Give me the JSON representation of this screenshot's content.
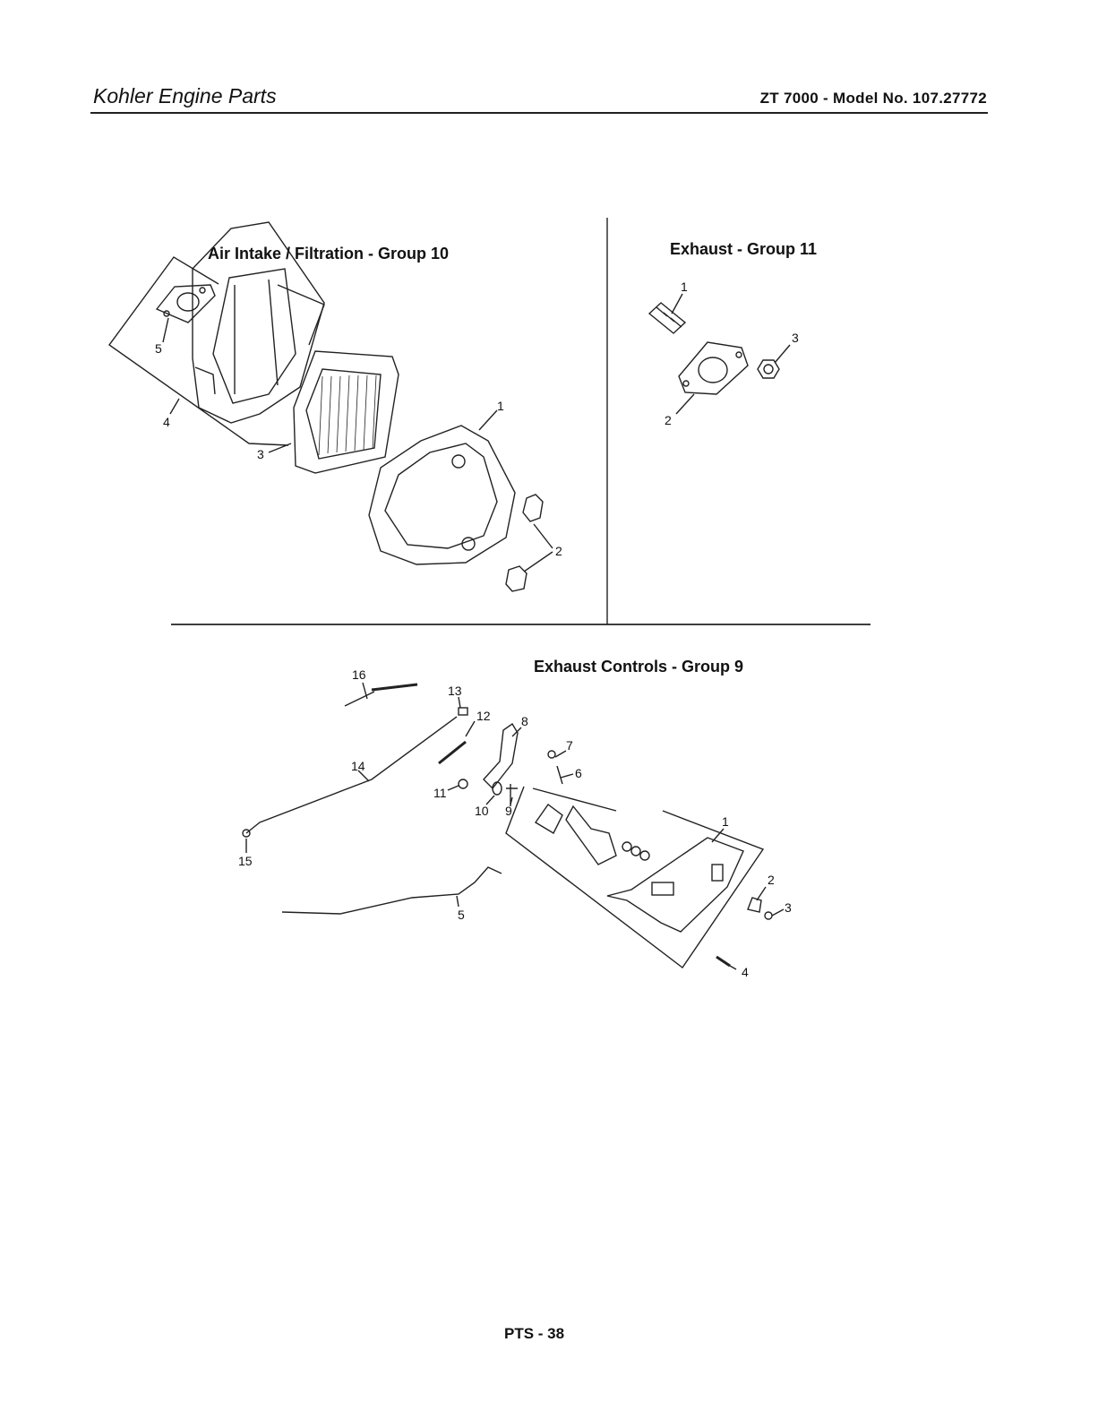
{
  "header": {
    "left": "Kohler Engine Parts",
    "right": "ZT 7000 - Model No. 107.27772"
  },
  "sections": [
    {
      "title": "Air Intake / Filtration - Group 10",
      "callouts": [
        "1",
        "2",
        "3",
        "4",
        "5"
      ]
    },
    {
      "title": "Exhaust - Group 11",
      "callouts": [
        "1",
        "2",
        "3"
      ]
    },
    {
      "title": "Exhaust Controls - Group 9",
      "callouts": [
        "1",
        "2",
        "3",
        "4",
        "5",
        "6",
        "7",
        "8",
        "9",
        "10",
        "11",
        "12",
        "13",
        "14",
        "15",
        "16"
      ]
    }
  ],
  "footer": "PTS - 38"
}
